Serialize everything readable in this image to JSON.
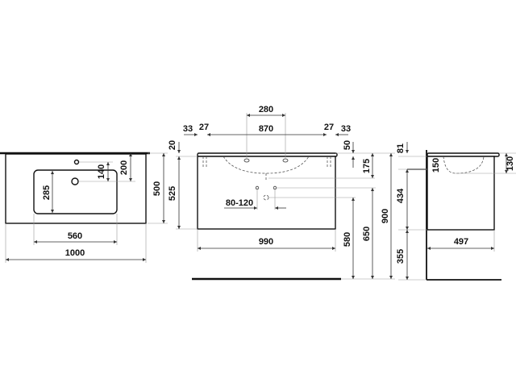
{
  "top_view": {
    "width": "1000",
    "basin_width": "560",
    "depth": "500",
    "basin_depth": "285",
    "tap_offset": "140",
    "drain_offset": "200"
  },
  "front_view": {
    "tap_spread": "280",
    "inner_span": "870",
    "left_outer": "33",
    "left_inner": "27",
    "right_inner": "27",
    "right_outer": "33",
    "top_thickness": "20",
    "cabinet_height": "525",
    "width": "990",
    "drain_range": "80-120",
    "edge_to_drain": "50",
    "drain_depth": "175",
    "height_580": "580",
    "height_650": "650",
    "total_height": "900"
  },
  "side_view": {
    "top_height": "81",
    "basin_depth": "150",
    "rim": "130",
    "cabinet_height": "434",
    "floor_gap": "355",
    "depth": "497"
  }
}
